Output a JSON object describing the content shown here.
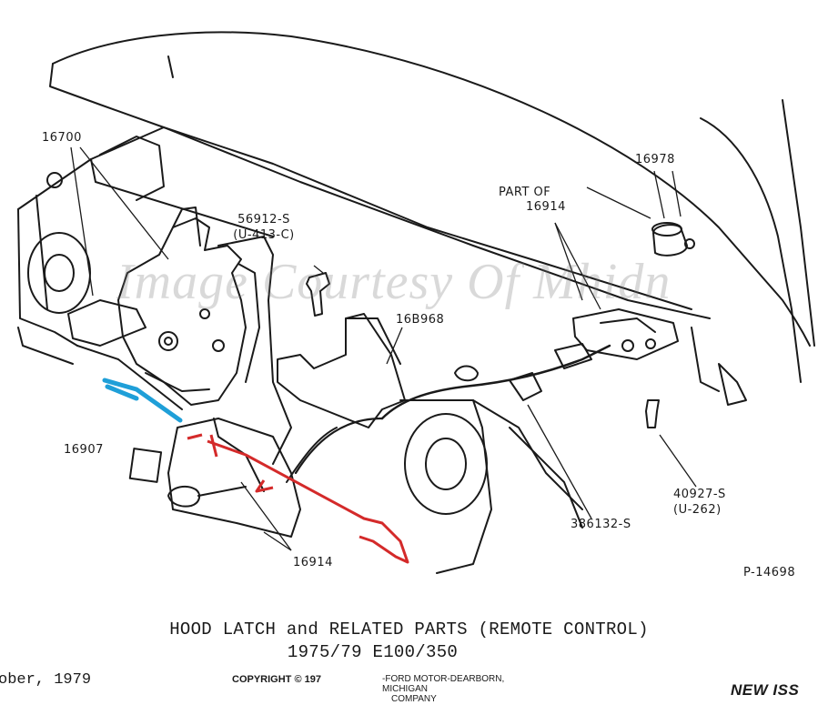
{
  "labels": {
    "part_16700": "16700",
    "part_56912_s": "56912-S",
    "part_u413c": "(U-413-C)",
    "part_16b968": "16B968",
    "part_of": "PART OF",
    "part_of_16914": "16914",
    "part_16978": "16978",
    "part_16907": "16907",
    "part_16914_bottom": "16914",
    "part_386132_s": "386132-S",
    "part_40927_s": "40927-S",
    "part_u262": "(U-262)",
    "figure_number": "P-14698"
  },
  "watermark": "Image Courtesy Of Mhidn",
  "title": {
    "line1": "HOOD LATCH and RELATED PARTS (REMOTE CONTROL)",
    "line2": "1975/79  E100/350"
  },
  "footer": {
    "date_fragment": "ober, 1979",
    "copyright": "COPYRIGHT © 197",
    "company_line1": "-FORD MOTOR-DEARBORN, MICHIGAN",
    "company_line2": "COMPANY",
    "new_issue": "NEW ISS"
  },
  "colors": {
    "ink": "#1a1a1a",
    "highlight_blue": "#1f9fd8",
    "highlight_red": "#d42a2a"
  }
}
